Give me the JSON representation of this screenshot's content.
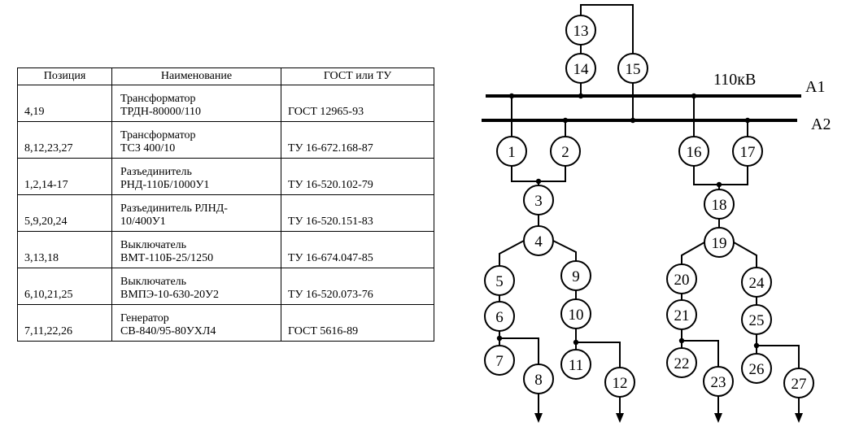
{
  "table": {
    "headers": [
      "Позиция",
      "Наименование",
      "ГОСТ или ТУ"
    ],
    "rows": [
      {
        "pos": "4,19",
        "name1": "Трансформатор",
        "name2": "ТРДН-80000/110",
        "gost": "ГОСТ 12965-93"
      },
      {
        "pos": "8,12,23,27",
        "name1": "Трансформатор",
        "name2": "ТСЗ 400/10",
        "gost": "ТУ 16-672.168-87"
      },
      {
        "pos": "1,2,14-17",
        "name1": "Разъединитель",
        "name2": "РНД-110Б/1000У1",
        "gost": "ТУ 16-520.102-79"
      },
      {
        "pos": "5,9,20,24",
        "name1": "Разъединитель РЛНД-",
        "name2": "10/400У1",
        "gost": "ТУ 16-520.151-83"
      },
      {
        "pos": "3,13,18",
        "name1": "Выключатель",
        "name2": "ВМТ-110Б-25/1250",
        "gost": "ТУ 16-674.047-85"
      },
      {
        "pos": "6,10,21,25",
        "name1": "Выключатель",
        "name2": "ВМПЭ-10-630-20У2",
        "gost": "ТУ 16-520.073-76"
      },
      {
        "pos": "7,11,22,26",
        "name1": "Генератор",
        "name2": "СВ-840/95-80УХЛ4",
        "gost": "ГОСТ 5616-89"
      }
    ]
  },
  "diagram": {
    "voltage_label": "110кВ",
    "bus_a1_label": "A1",
    "bus_a2_label": "A2",
    "nodes": [
      "1",
      "2",
      "3",
      "4",
      "5",
      "6",
      "7",
      "8",
      "9",
      "10",
      "11",
      "12",
      "13",
      "14",
      "15",
      "16",
      "17",
      "18",
      "19",
      "20",
      "21",
      "22",
      "23",
      "24",
      "25",
      "26",
      "27"
    ]
  }
}
